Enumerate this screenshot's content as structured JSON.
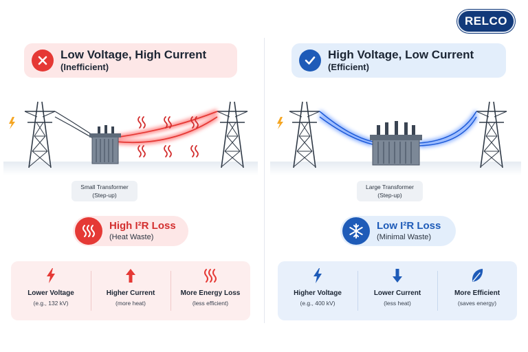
{
  "brand": {
    "logo_text": "RELCO",
    "color": "#123a7a"
  },
  "left": {
    "banner": {
      "title": "Low Voltage, High Current",
      "subtitle": "(Inefficient)",
      "icon": "x-mark-icon",
      "color": "#e53935"
    },
    "transformer_label": {
      "title": "Small Transformer",
      "subtitle": "(Step-up)"
    },
    "loss_badge": {
      "title": "High I²R Loss",
      "subtitle": "(Heat Waste)",
      "icon": "heat-waves-icon"
    },
    "stats": [
      {
        "icon": "lightning-icon",
        "title": "Lower Voltage",
        "subtitle": "(e.g., 132 kV)"
      },
      {
        "icon": "arrow-up-icon",
        "title": "Higher Current",
        "subtitle": "(more heat)"
      },
      {
        "icon": "heat-waves-icon",
        "title": "More Energy Loss",
        "subtitle": "(less efficient)"
      }
    ]
  },
  "right": {
    "banner": {
      "title": "High Voltage, Low Current",
      "subtitle": "(Efficient)",
      "icon": "checkmark-icon",
      "color": "#1e5bb8"
    },
    "transformer_label": {
      "title": "Large Transformer",
      "subtitle": "(Step-up)"
    },
    "loss_badge": {
      "title": "Low I²R Loss",
      "subtitle": "(Minimal Waste)",
      "icon": "snowflake-icon"
    },
    "stats": [
      {
        "icon": "lightning-icon",
        "title": "Higher Voltage",
        "subtitle": "(e.g., 400 kV)"
      },
      {
        "icon": "arrow-down-icon",
        "title": "Lower Current",
        "subtitle": "(less heat)"
      },
      {
        "icon": "leaf-icon",
        "title": "More Efficient",
        "subtitle": "(saves energy)"
      }
    ]
  }
}
